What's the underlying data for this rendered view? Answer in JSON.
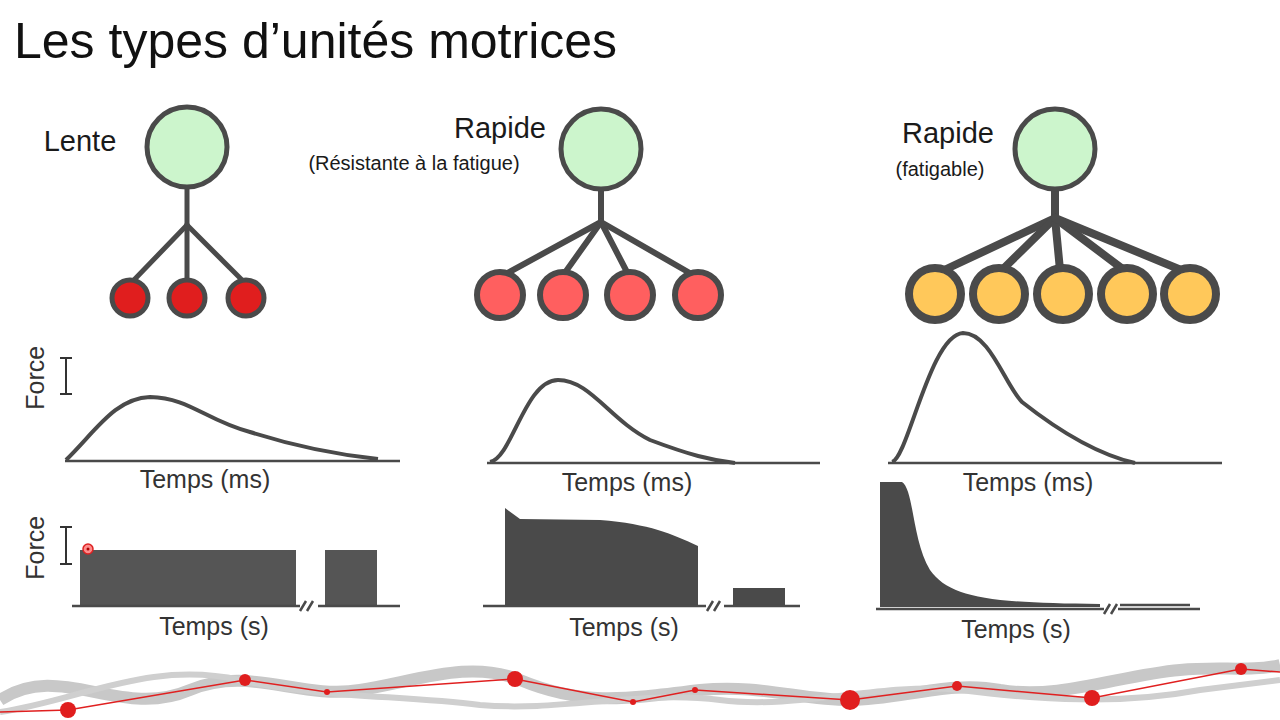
{
  "diagram": {
    "title": "Les types d’unités motrices",
    "labels": [
      "Lente",
      "Rapide",
      "(Résistante à la fatigue)",
      "Rapide",
      "(fatigable)",
      "Force",
      "Temps (ms)",
      "Temps (ms)",
      "Temps (ms)",
      "Force",
      "Temps (s)",
      "Temps (s)",
      "Temps (s)"
    ]
  }
}
